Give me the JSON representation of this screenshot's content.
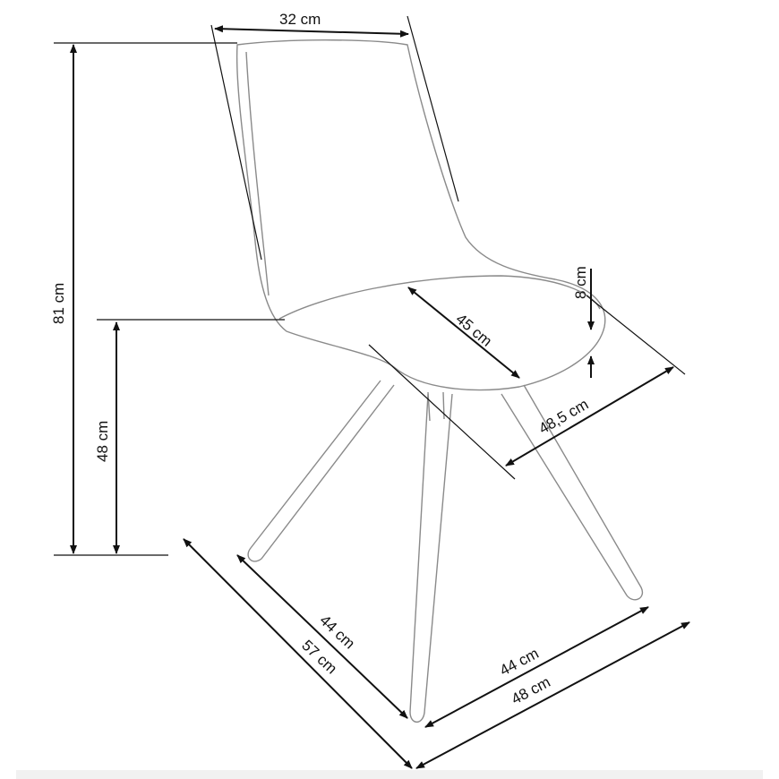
{
  "dimensions": {
    "back_width": "32 cm",
    "total_height": "81 cm",
    "seat_height": "48 cm",
    "seat_depth": "45 cm",
    "seat_thickness": "8 cm",
    "seat_width": "48,5 cm",
    "leg_depth_inner": "44 cm",
    "overall_depth": "57 cm",
    "leg_width_inner": "44 cm",
    "overall_width": "48 cm"
  }
}
